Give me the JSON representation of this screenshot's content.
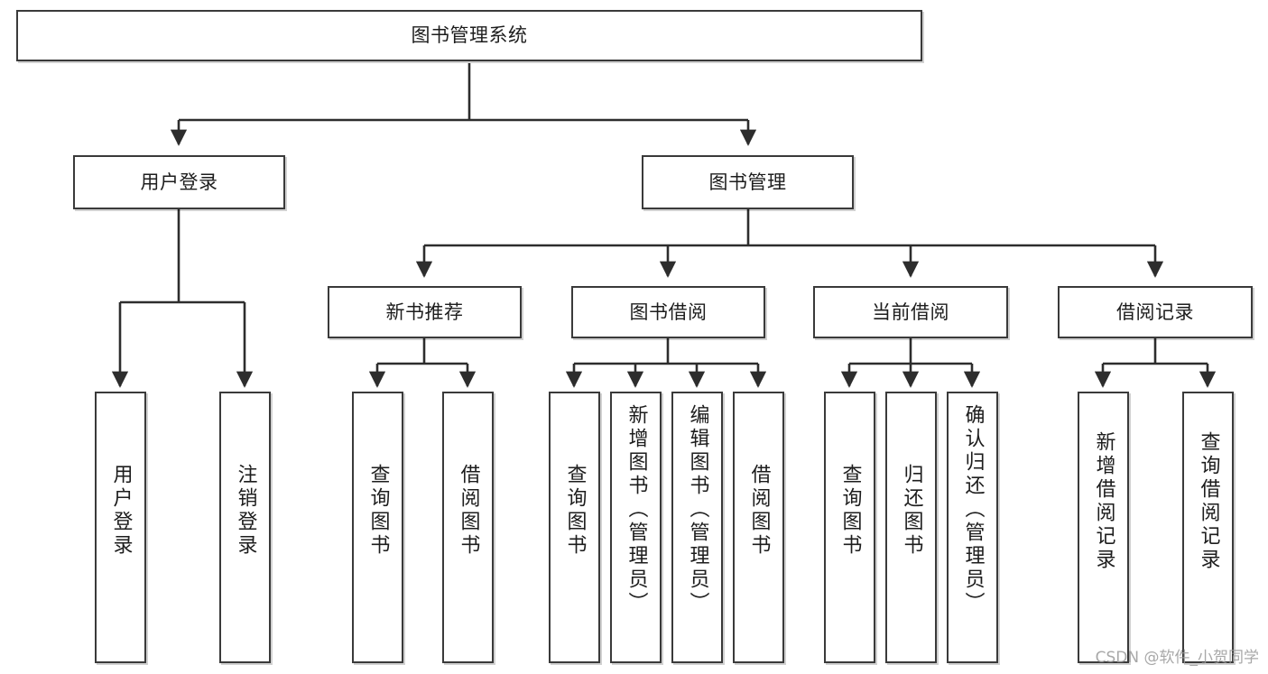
{
  "diagram": {
    "title": "图书管理系统",
    "type": "tree",
    "orientation": "top-down",
    "colors": {
      "box_border": "#3a3a3a",
      "box_fill": "#ffffff",
      "connector": "#2d2d2d",
      "text": "#1d1d1d",
      "watermark": "#9a9a9a"
    },
    "root": {
      "label": "图书管理系统"
    },
    "level2": [
      {
        "label": "用户登录"
      },
      {
        "label": "图书管理"
      }
    ],
    "level3": [
      {
        "label": "新书推荐"
      },
      {
        "label": "图书借阅"
      },
      {
        "label": "当前借阅"
      },
      {
        "label": "借阅记录"
      }
    ],
    "leaves": {
      "user_login": [
        {
          "label": "用户登录"
        },
        {
          "label": "注销登录"
        }
      ],
      "new_book_recommend": [
        {
          "label": "查询图书"
        },
        {
          "label": "借阅图书"
        }
      ],
      "book_borrow": [
        {
          "label": "查询图书"
        },
        {
          "label": "新增图书（管理员）"
        },
        {
          "label": "编辑图书（管理员）"
        },
        {
          "label": "借阅图书"
        }
      ],
      "current_borrow": [
        {
          "label": "查询图书"
        },
        {
          "label": "归还图书"
        },
        {
          "label": "确认归还（管理员）"
        }
      ],
      "borrow_record": [
        {
          "label": "新增借阅记录"
        },
        {
          "label": "查询借阅记录"
        }
      ]
    }
  },
  "watermark": {
    "text": "CSDN @软件_小贺同学"
  }
}
